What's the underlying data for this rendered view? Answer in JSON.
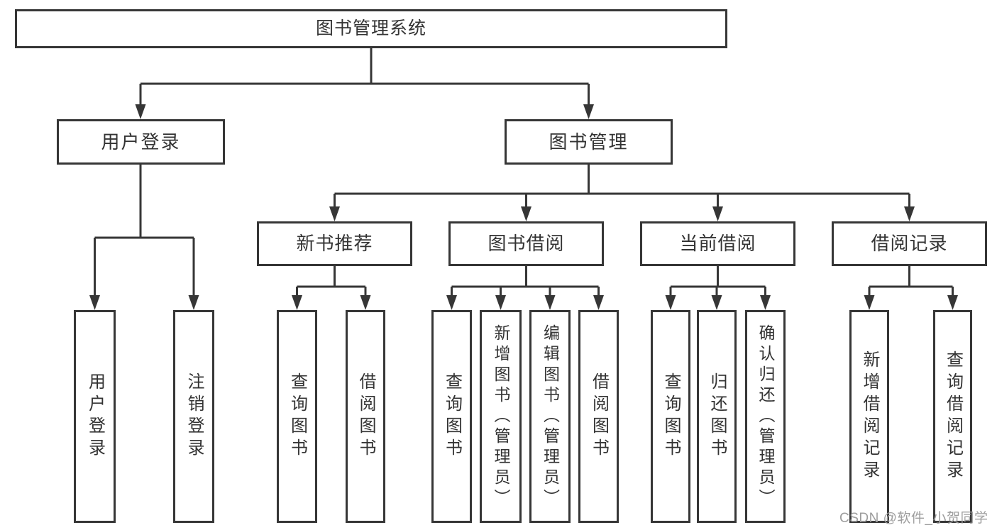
{
  "tree": {
    "root": "图书管理系统",
    "user_login": {
      "label": "用户登录",
      "children": [
        "用户登录",
        "注销登录"
      ]
    },
    "book_mgmt": {
      "label": "图书管理",
      "sections": {
        "new_book_rec": {
          "label": "新书推荐",
          "children": [
            "查询图书",
            "借阅图书"
          ]
        },
        "book_borrow": {
          "label": "图书借阅",
          "children": [
            "查询图书",
            "新增图书（管理员）",
            "编辑图书（管理员）",
            "借阅图书"
          ]
        },
        "current_borrow": {
          "label": "当前借阅",
          "children": [
            "查询图书",
            "归还图书",
            "确认归还（管理员）"
          ]
        },
        "borrow_records": {
          "label": "借阅记录",
          "children": [
            "新增借阅记录",
            "查询借阅记录"
          ]
        }
      }
    }
  },
  "watermark": "CSDN @软件_小贺同学",
  "colors": {
    "line": "#363636",
    "text": "#333333",
    "watermark": "#9d9d9d",
    "background": "#ffffff"
  }
}
